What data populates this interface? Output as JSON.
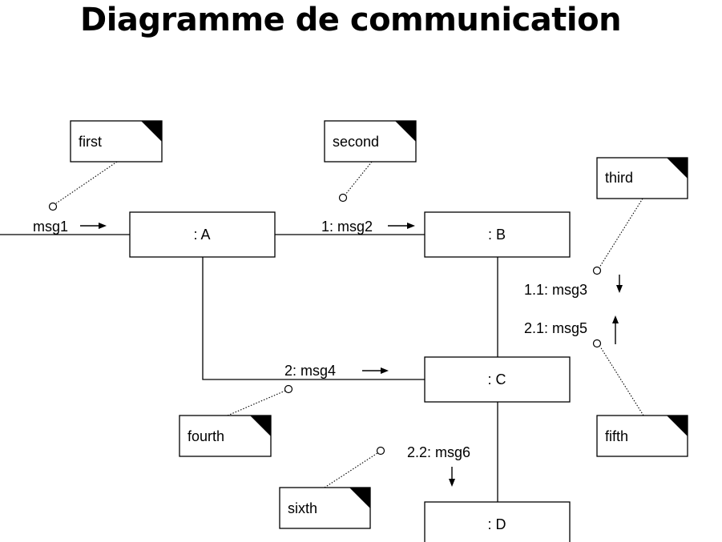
{
  "title": "Diagramme de communication",
  "objects": {
    "a": ": A",
    "b": ": B",
    "c": ": C",
    "d": ": D"
  },
  "messages": {
    "msg1": "msg1",
    "msg2": "1: msg2",
    "msg3": "1.1: msg3",
    "msg4": "2: msg4",
    "msg5": "2.1: msg5",
    "msg6": "2.2: msg6"
  },
  "notes": {
    "first": "first",
    "second": "second",
    "third": "third",
    "fourth": "fourth",
    "fifth": "fifth",
    "sixth": "sixth"
  }
}
